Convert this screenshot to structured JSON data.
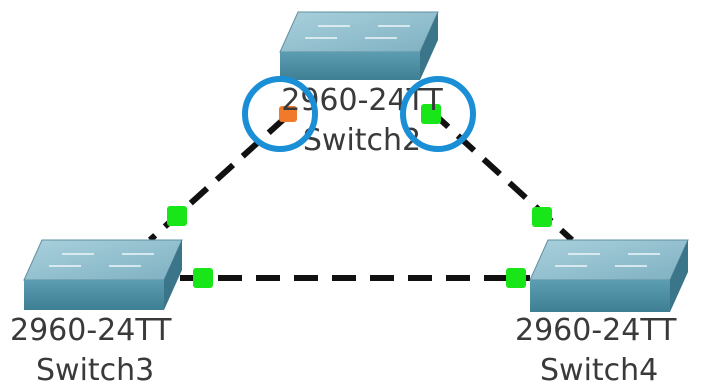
{
  "devices": [
    {
      "id": "switch2",
      "model": "2960-24TT",
      "name": "Switch2",
      "icon": "switch-icon"
    },
    {
      "id": "switch3",
      "model": "2960-24TT",
      "name": "Switch3",
      "icon": "switch-icon"
    },
    {
      "id": "switch4",
      "model": "2960-24TT",
      "name": "Switch4",
      "icon": "switch-icon"
    }
  ],
  "links": [
    {
      "from": "switch2",
      "to": "switch3",
      "from_port_status": "orange",
      "to_port_status": "green",
      "highlighted_end": "from"
    },
    {
      "from": "switch2",
      "to": "switch4",
      "from_port_status": "green",
      "to_port_status": "green",
      "highlighted_end": "from"
    },
    {
      "from": "switch3",
      "to": "switch4",
      "from_port_status": "green",
      "to_port_status": "green"
    }
  ],
  "colors": {
    "link": "#111111",
    "port_green": "#19e619",
    "port_orange": "#f07a2a",
    "highlight_circle": "#1a8fd6",
    "switch_top": "#8fbccb",
    "switch_front": "#4e8ea3",
    "switch_side": "#3b7589",
    "label": "#3a3a3a"
  }
}
